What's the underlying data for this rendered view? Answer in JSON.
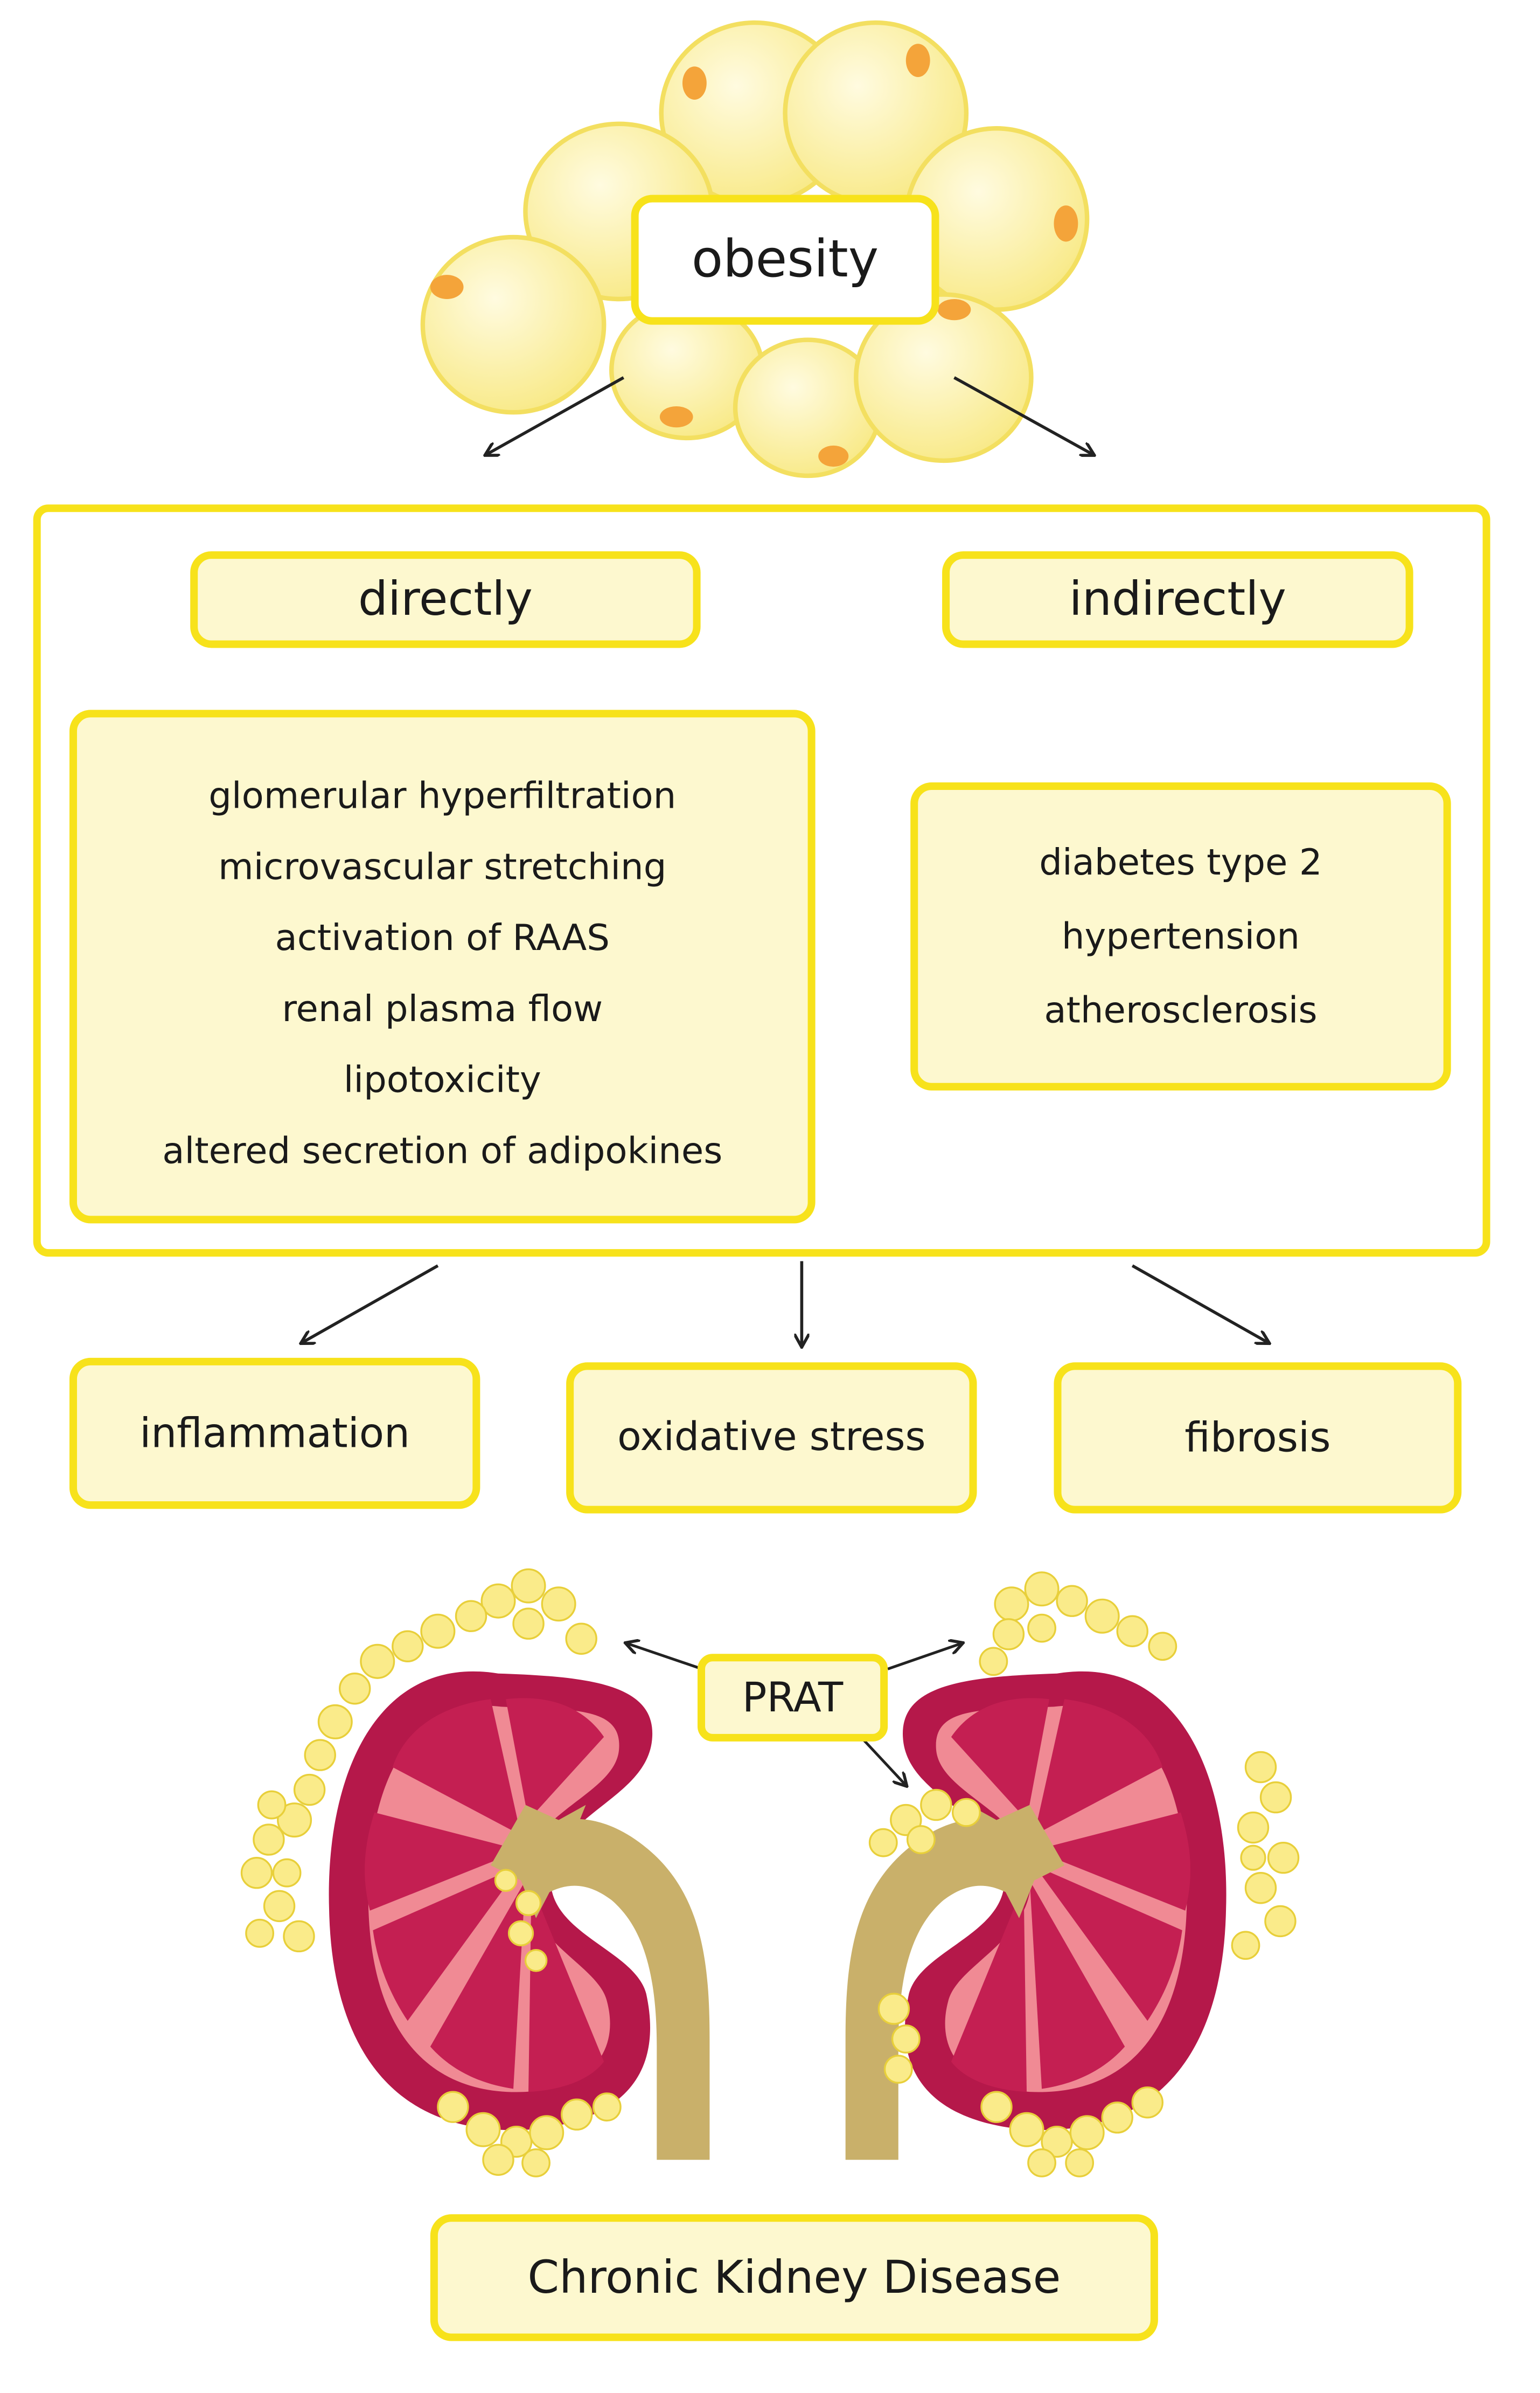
{
  "top": {
    "title": "obesity"
  },
  "branches": {
    "direct_label": "directly",
    "indirect_label": "indirectly"
  },
  "direct_effects": [
    "glomerular hyperfiltration",
    "microvascular stretching",
    "activation of RAAS",
    "renal plasma flow",
    "lipotoxicity",
    "altered secretion of adipokines"
  ],
  "indirect_effects": [
    "diabetes type 2",
    "hypertension",
    "atherosclerosis"
  ],
  "outcomes": {
    "inflammation": "inflammation",
    "oxidative_stress": "oxidative stress",
    "fibrosis": "fibrosis"
  },
  "prat_label": "PRAT",
  "final": {
    "label": "Chronic Kidney Disease"
  },
  "colors": {
    "box_border": "#f7e21b",
    "box_fill": "#fdf8cf",
    "fat_cell": "#fbf0a0",
    "nucleus": "#f4a43a",
    "kidney_outer": "#b5184a",
    "kidney_inner": "#f08a94",
    "pyramid": "#c41f52",
    "ureter": "#c9b06a"
  }
}
